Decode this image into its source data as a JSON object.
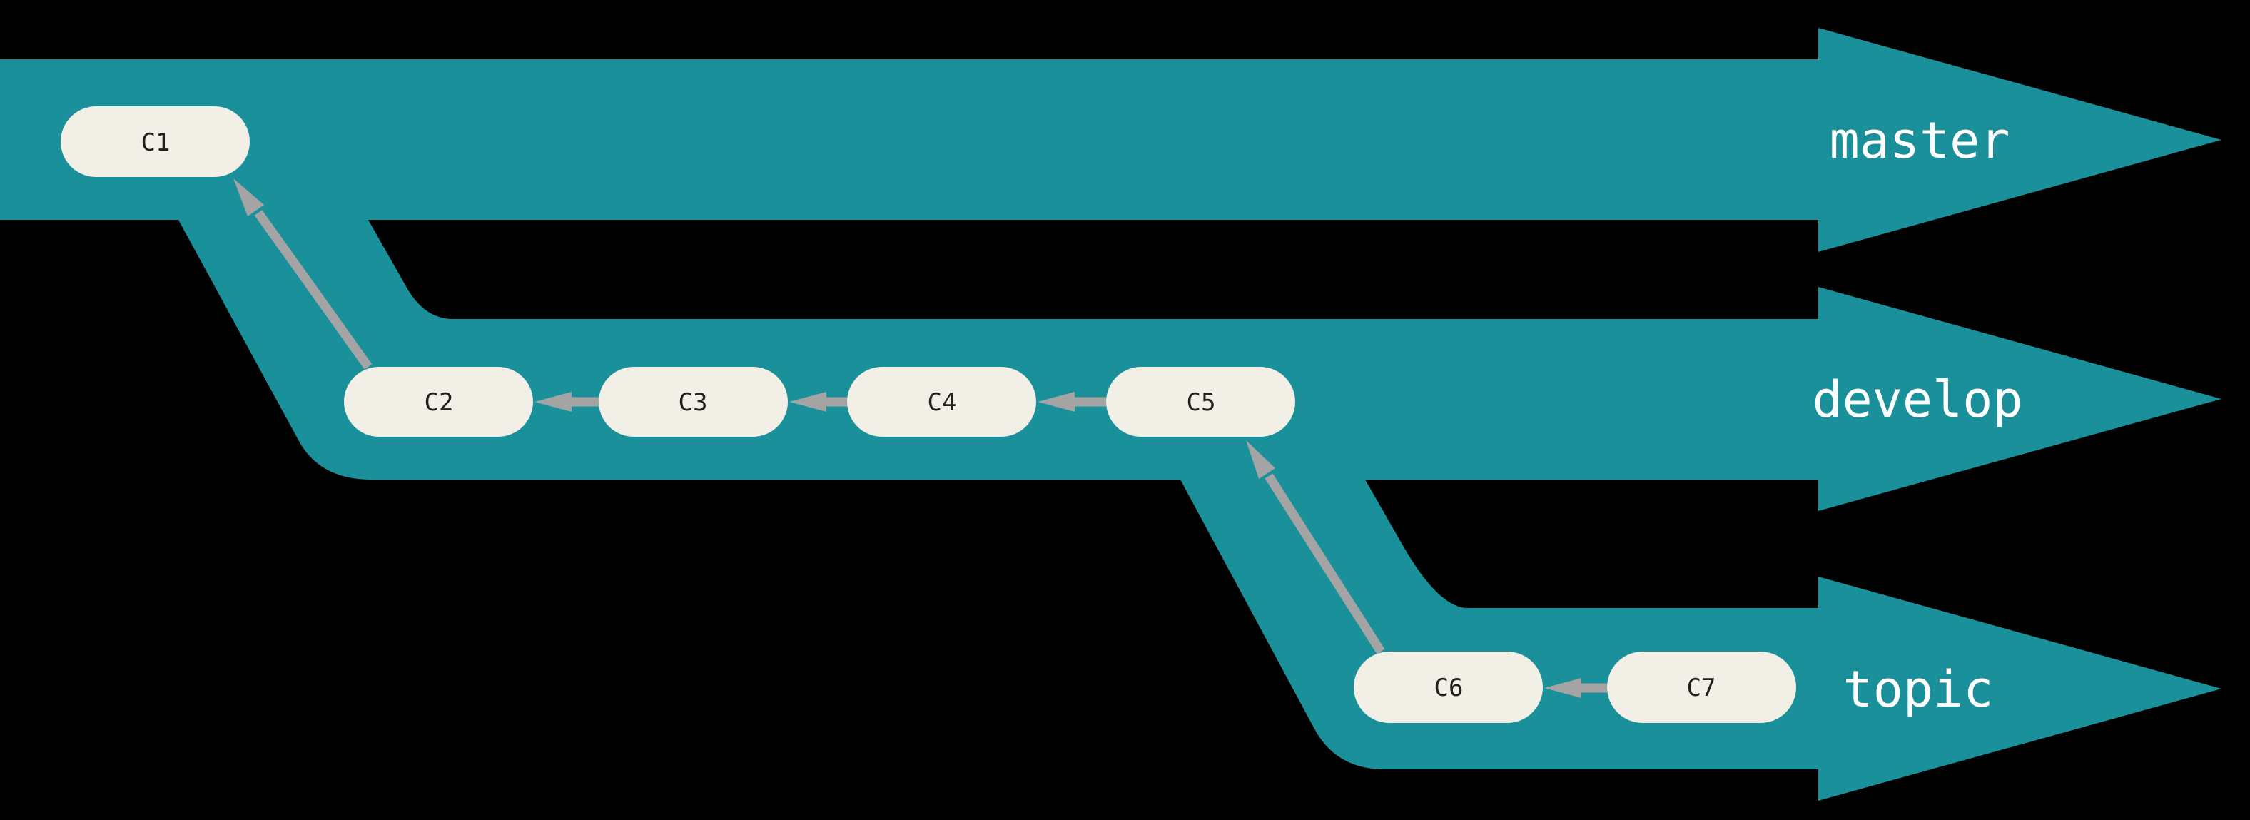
{
  "diagram_type": "git-branch-diagram",
  "colors": {
    "background": "#000000",
    "branch": "#1A909A",
    "node_fill": "#F1EFE6",
    "edge": "#A4A4A4",
    "node_label": "#21211C",
    "branch_label": "#FFFFFF"
  },
  "branches": [
    {
      "label": "master",
      "commits": [
        "C1"
      ]
    },
    {
      "label": "develop",
      "commits": [
        "C2",
        "C3",
        "C4",
        "C5"
      ]
    },
    {
      "label": "topic",
      "commits": [
        "C6",
        "C7"
      ]
    }
  ],
  "commits": [
    {
      "id": "C1",
      "label": "C1",
      "branch": "master"
    },
    {
      "id": "C2",
      "label": "C2",
      "branch": "develop"
    },
    {
      "id": "C3",
      "label": "C3",
      "branch": "develop"
    },
    {
      "id": "C4",
      "label": "C4",
      "branch": "develop"
    },
    {
      "id": "C5",
      "label": "C5",
      "branch": "develop"
    },
    {
      "id": "C6",
      "label": "C6",
      "branch": "topic"
    },
    {
      "id": "C7",
      "label": "C7",
      "branch": "topic"
    }
  ],
  "edges": [
    {
      "child": "C2",
      "parent": "C1"
    },
    {
      "child": "C3",
      "parent": "C2"
    },
    {
      "child": "C4",
      "parent": "C3"
    },
    {
      "child": "C5",
      "parent": "C4"
    },
    {
      "child": "C6",
      "parent": "C5"
    },
    {
      "child": "C7",
      "parent": "C6"
    }
  ]
}
